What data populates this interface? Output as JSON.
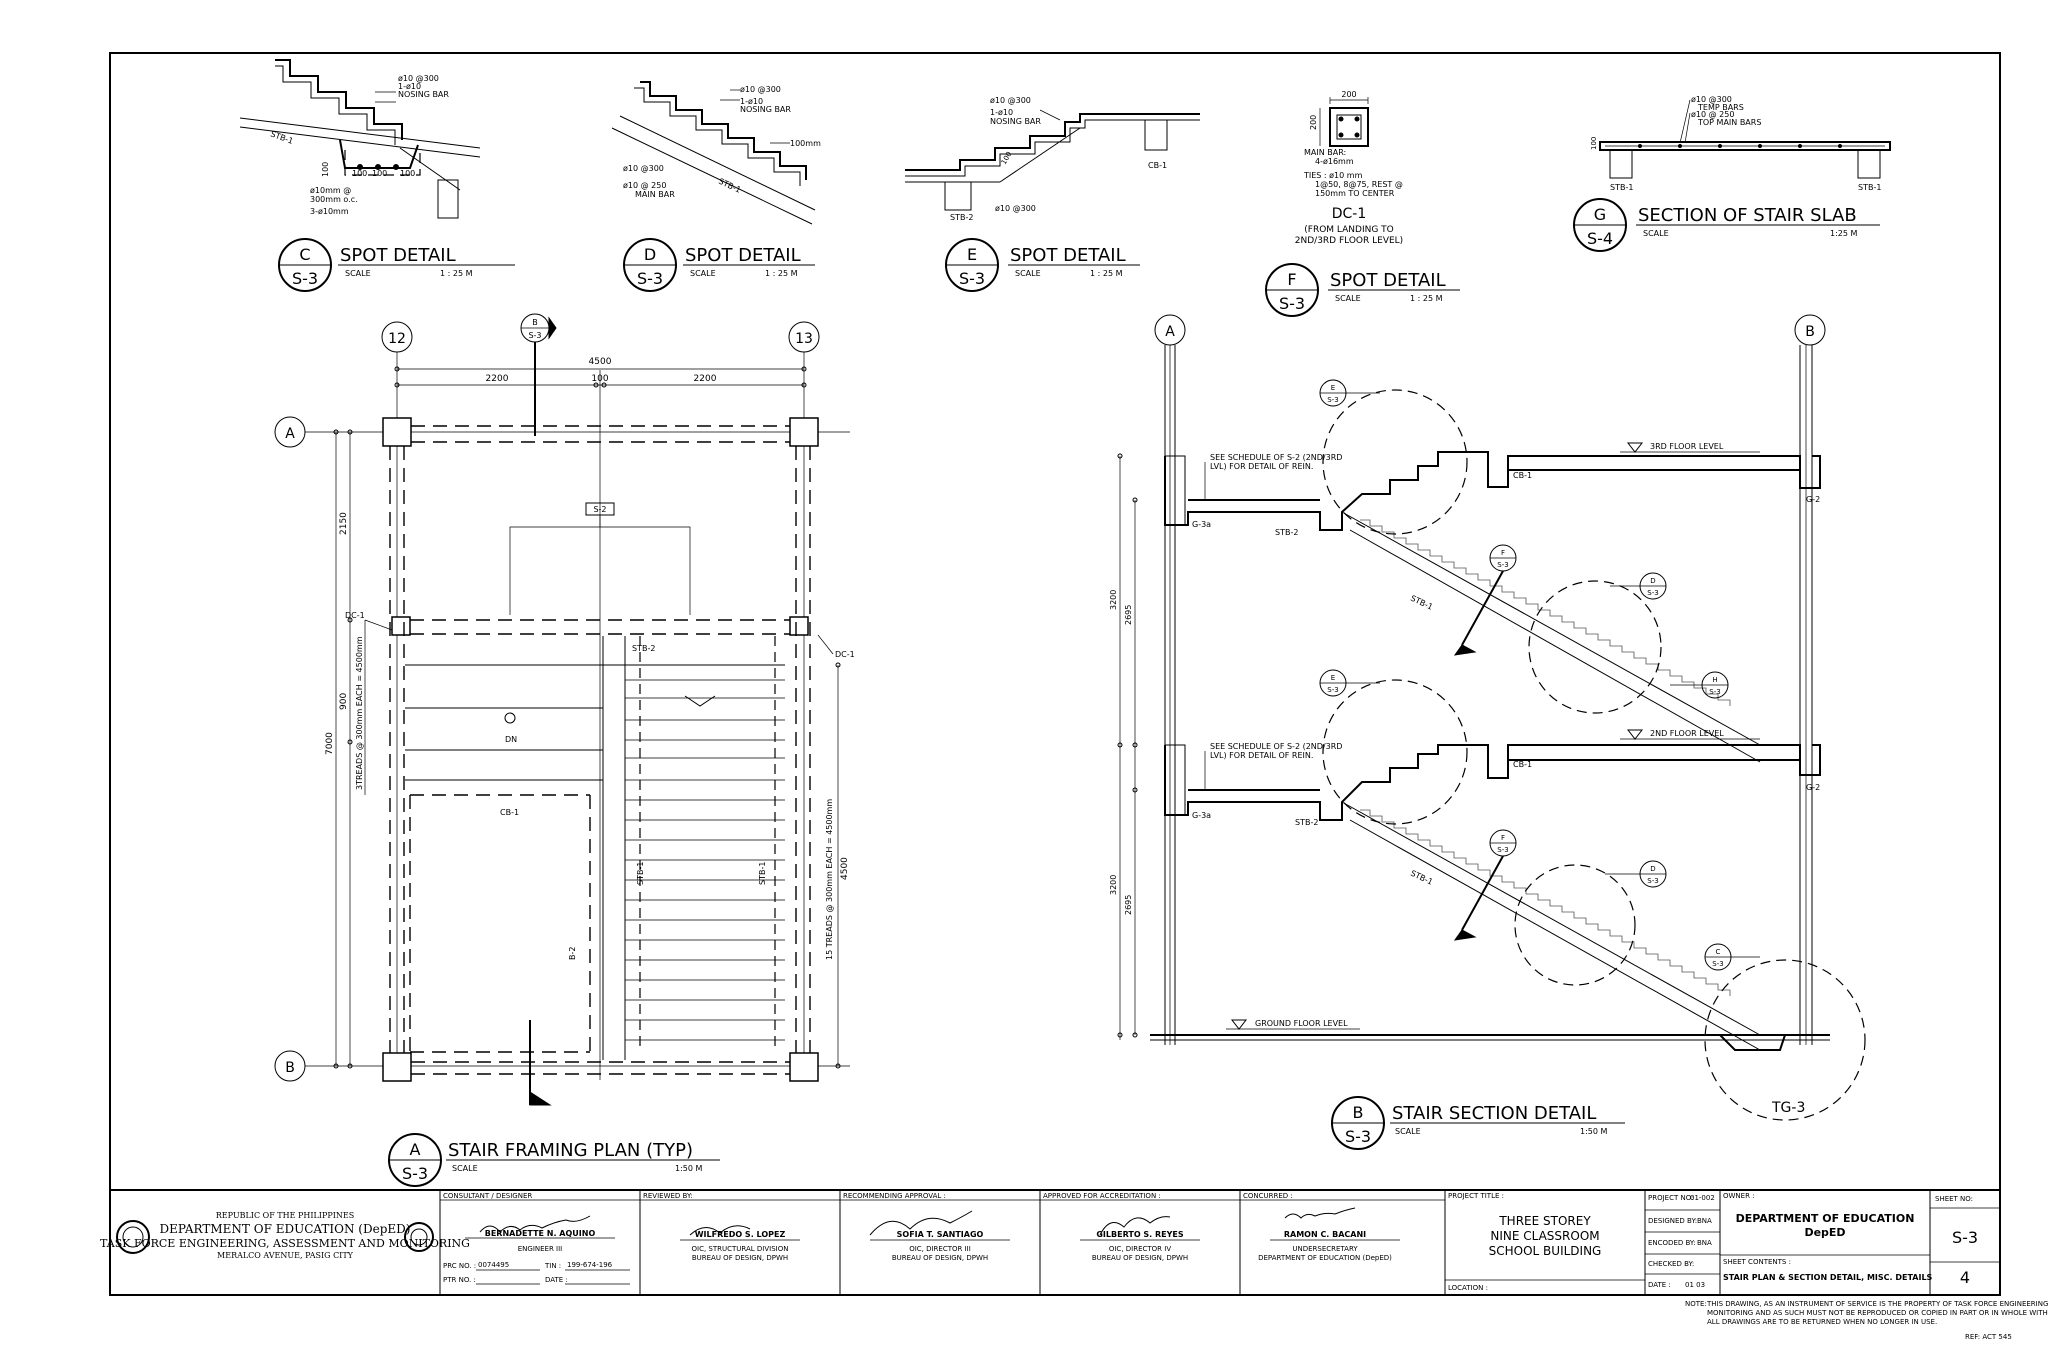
{
  "details": {
    "c": {
      "letter": "C",
      "sheet": "S-3",
      "title": "SPOT DETAIL",
      "scale_label": "SCALE",
      "scale": "1 : 25 M",
      "notes": [
        "ø10 @300",
        "1-ø10",
        "NOSING BAR",
        "STB-1",
        "ø10mm @",
        "300mm o.c.",
        "3-ø10mm",
        "100",
        "100",
        "100",
        "100"
      ]
    },
    "d": {
      "letter": "D",
      "sheet": "S-3",
      "title": "SPOT DETAIL",
      "scale_label": "SCALE",
      "scale": "1 : 25 M",
      "notes": [
        "ø10 @300",
        "1-ø10",
        "NOSING BAR",
        "100mm",
        "ø10 @300",
        "ø10 @ 250",
        "MAIN BAR",
        "STB-1"
      ]
    },
    "e": {
      "letter": "E",
      "sheet": "S-3",
      "title": "SPOT DETAIL",
      "scale_label": "SCALE",
      "scale": "1 : 25 M",
      "notes": [
        "ø10 @300",
        "1-ø10",
        "NOSING BAR",
        "CB-1",
        "STB-2",
        "ø10 @300",
        "100"
      ]
    },
    "f": {
      "letter": "F",
      "sheet": "S-3",
      "title": "SPOT DETAIL",
      "scale_label": "SCALE",
      "scale": "1 : 25 M",
      "dim_top": "200",
      "dim_side": "200",
      "notes": [
        "MAIN BAR:",
        "4-ø16mm",
        "TIES : ø10 mm",
        "1@50, 8@75, REST @",
        "150mm TO CENTER"
      ],
      "column": "DC-1",
      "column_note1": "(FROM LANDING TO",
      "column_note2": "2ND/3RD FLOOR LEVEL)"
    },
    "g": {
      "letter": "G",
      "sheet": "S-4",
      "title": "SECTION OF STAIR SLAB",
      "scale_label": "SCALE",
      "scale": "1:25 M",
      "notes": [
        "ø10 @300",
        "TEMP BARS",
        "ø10 @ 250",
        "TOP MAIN BARS",
        "STB-1",
        "STB-1",
        "100"
      ]
    }
  },
  "plan": {
    "letter": "A",
    "sheet": "S-3",
    "title": "STAIR FRAMING PLAN (TYP)",
    "scale_label": "SCALE",
    "scale": "1:50 M",
    "grid_top": [
      "12",
      "13"
    ],
    "grid_side": [
      "A",
      "B"
    ],
    "dims_top": {
      "total": "4500",
      "left": "2200",
      "mid": "100",
      "right": "2200"
    },
    "dims_left": {
      "a": "2150",
      "b": "900",
      "total": "7000",
      "treads": "3TREADS @ 300mm EACH = 4500mm"
    },
    "dims_right": {
      "treads": "15 TREADS @ 300mm EACH = 4500mm",
      "total": "4500"
    },
    "labels": {
      "dc1_left": "DC-1",
      "dc1_right": "DC-1",
      "s2": "S-2",
      "stb2": "STB-2",
      "dn": "DN",
      "cb1": "CB-1",
      "b2": "B-2",
      "stb1a": "STB-1",
      "stb1b": "STB-1"
    },
    "section_marker": {
      "letter": "B",
      "sheet": "S-3"
    }
  },
  "section": {
    "letter": "B",
    "sheet": "S-3",
    "title": "STAIR SECTION DETAIL",
    "scale_label": "SCALE",
    "scale": "1:50 M",
    "grid": [
      "A",
      "B"
    ],
    "levels": [
      "3RD FLOOR LEVEL",
      "2ND FLOOR LEVEL",
      "GROUND FLOOR LEVEL"
    ],
    "note_line1": "SEE SCHEDULE OF S-2 (2ND/3RD",
    "note_line2": "LVL)  FOR DETAIL OF REIN.",
    "labels": {
      "cb1": "CB-1",
      "g2": "G-2",
      "g3a": "G-3a",
      "stb2": "STB-2",
      "stb1": "STB-1",
      "tg3": "TG-3"
    },
    "dims": {
      "h1": "3200",
      "h2": "2695",
      "h3": "3200",
      "h4": "2695"
    },
    "callouts": [
      {
        "letter": "E",
        "sheet": "S-3"
      },
      {
        "letter": "F",
        "sheet": "S-3"
      },
      {
        "letter": "D",
        "sheet": "S-3"
      },
      {
        "letter": "H",
        "sheet": "S-3"
      },
      {
        "letter": "E",
        "sheet": "S-3"
      },
      {
        "letter": "F",
        "sheet": "S-3"
      },
      {
        "letter": "D",
        "sheet": "S-3"
      },
      {
        "letter": "C",
        "sheet": "S-3"
      }
    ]
  },
  "title_block": {
    "agency": {
      "line1": "REPUBLIC OF THE PHILIPPINES",
      "line2": "DEPARTMENT OF EDUCATION (DepED)",
      "line3": "TASK FORCE ENGINEERING, ASSESSMENT AND MONITORING",
      "line4": "MERALCO AVENUE, PASIG CITY"
    },
    "consultant": {
      "header": "CONSULTANT / DESIGNER",
      "name": "BERNADETTE N. AQUINO",
      "role": "ENGINEER III",
      "prc_label": "PRC NO. :",
      "prc": "0074495",
      "tin_label": "TIN :",
      "tin": "199-674-196",
      "ptr_label": "PTR NO. :",
      "date_label": "DATE :"
    },
    "reviewed": {
      "header": "REVIEWED BY:",
      "name": "WILFREDO S. LOPEZ",
      "role1": "OIC, STRUCTURAL DIVISION",
      "role2": "BUREAU OF DESIGN, DPWH"
    },
    "recommending": {
      "header": "RECOMMENDING APPROVAL :",
      "name": "SOFIA T. SANTIAGO",
      "role1": "OIC, DIRECTOR III",
      "role2": "BUREAU OF DESIGN, DPWH"
    },
    "approved": {
      "header": "APPROVED FOR ACCREDITATION :",
      "name": "GILBERTO S. REYES",
      "role1": "OIC, DIRECTOR IV",
      "role2": "BUREAU OF DESIGN, DPWH"
    },
    "concurred": {
      "header": "CONCURRED :",
      "name": "RAMON C. BACANI",
      "role1": "UNDERSECRETARY",
      "role2": "DEPARTMENT OF EDUCATION (DepED)"
    },
    "project": {
      "header": "PROJECT TITLE :",
      "line1": "THREE STOREY",
      "line2": "NINE CLASSROOM",
      "line3": "SCHOOL BUILDING",
      "location_label": "LOCATION :"
    },
    "info": {
      "project_no_label": "PROJECT NO:",
      "project_no": "01-002",
      "designed_label": "DESIGNED BY:",
      "designed": "BNA",
      "encoded_label": "ENCODED BY:",
      "encoded": "BNA",
      "checked_label": "CHECKED BY:",
      "date_label": "DATE :",
      "date": "01  03"
    },
    "owner": {
      "header": "OWNER :",
      "line1": "DEPARTMENT OF EDUCATION",
      "line2": "DepED"
    },
    "contents": {
      "header": "SHEET CONTENTS :",
      "text": "STAIR PLAN & SECTION DETAIL, MISC. DETAILS"
    },
    "sheet": {
      "header": "SHEET NO:",
      "id": "S-3",
      "num": "4"
    }
  },
  "footer": {
    "note_label": "NOTE:",
    "note1": "THIS DRAWING, AS AN INSTRUMENT OF SERVICE IS THE PROPERTY OF TASK FORCE ENGINEERING, ASSESSMENT AND",
    "note2": "MONITORING AND AS SUCH MUST NOT BE REPRODUCED OR COPIED IN PART OR IN WHOLE WITHOUT THEIR PERMISSION.",
    "note3": "ALL DRAWINGS ARE TO BE RETURNED WHEN NO LONGER IN USE.",
    "ref": "REF: ACT 545"
  }
}
